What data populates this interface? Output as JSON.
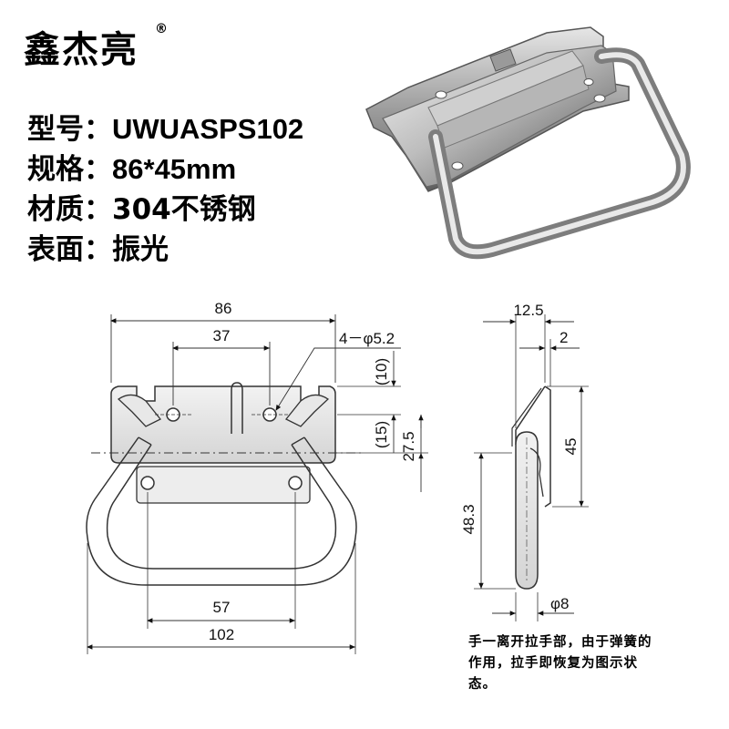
{
  "brand": {
    "name": "鑫杰亮",
    "mark": "®"
  },
  "specs": [
    {
      "label": "型号：",
      "value": "UWUASPS102"
    },
    {
      "label": "规格：",
      "value": "86*45mm"
    },
    {
      "label": "材质：",
      "value": "304不锈钢"
    },
    {
      "label": "表面：",
      "value": "振光"
    }
  ],
  "front_view": {
    "dim_overall_top": "86",
    "dim_hole_spacing_top": "37",
    "dim_holes": "4－φ5.2",
    "dim_10": "(10)",
    "dim_15": "(15)",
    "dim_27_5": "27.5",
    "dim_handle_inner": "57",
    "dim_overall_bottom": "102"
  },
  "side_view": {
    "dim_top_width": "12.5",
    "dim_thickness": "2",
    "dim_height": "45",
    "dim_handle_length": "48.3",
    "dim_rod": "φ8"
  },
  "note": "手一离开拉手部，由于弹簧的作用，拉手即恢复为图示状态。"
}
